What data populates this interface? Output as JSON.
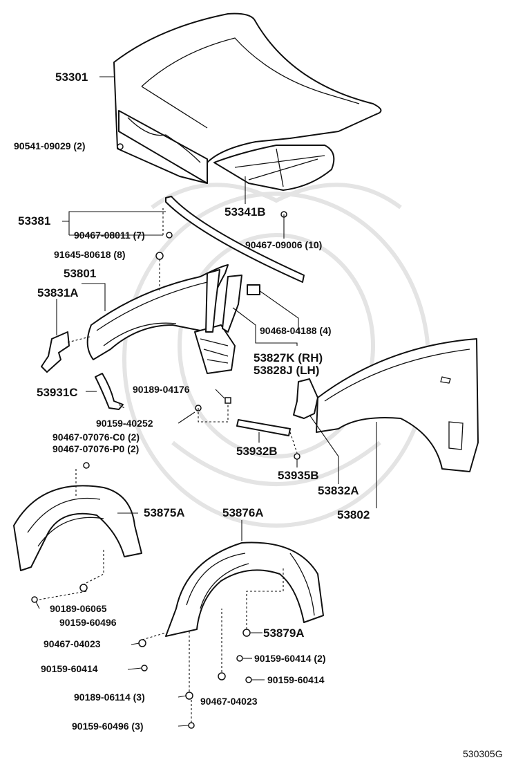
{
  "diagram_code": "530305G",
  "parts": {
    "p53301": "53301",
    "p90541": "90541-09029 (2)",
    "p53341b": "53341B",
    "p90467_09006": "90467-09006 (10)",
    "p53381": "53381",
    "p90467_08011": "90467-08011 (7)",
    "p91645": "91645-80618 (8)",
    "p53801": "53801",
    "p53831a": "53831A",
    "p90468": "90468-04188 (4)",
    "p53827k": "53827K (RH)",
    "p53828j": "53828J (LH)",
    "p53931c": "53931C",
    "p90189_04176": "90189-04176",
    "p90159_40252": "90159-40252",
    "p90467_c0": "90467-07076-C0 (2)",
    "p90467_p0": "90467-07076-P0 (2)",
    "p53932b": "53932B",
    "p53935b": "53935B",
    "p53832a": "53832A",
    "p53802": "53802",
    "p53875a": "53875A",
    "p53876a": "53876A",
    "p90189_06065": "90189-06065",
    "p90159_60496": "90159-60496",
    "p90467_04023_a": "90467-04023",
    "p53879a": "53879A",
    "p90159_60414_2": "90159-60414 (2)",
    "p90159_60414_a": "90159-60414",
    "p90159_60414_b": "90159-60414",
    "p90189_06114": "90189-06114 (3)",
    "p90467_04023_b": "90467-04023",
    "p90159_60496_3": "90159-60496 (3)"
  }
}
